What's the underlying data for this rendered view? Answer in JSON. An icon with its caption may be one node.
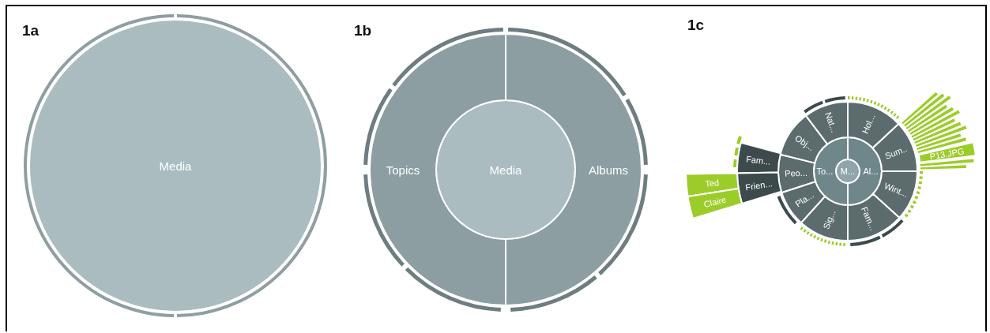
{
  "diagram": {
    "nodes": [
      {
        "text": [
          "Media"
        ]
      },
      {
        "text": [
          "Media"
        ]
      },
      {
        "text": [
          "Topics"
        ]
      },
      {
        "text": [
          "Albums"
        ]
      },
      {
        "text": [
          "M..."
        ]
      },
      {
        "text": [
          "To..."
        ]
      },
      {
        "text": [
          "Al..."
        ]
      },
      {
        "text": [
          "Peo..."
        ]
      },
      {
        "text": [
          "Obj..."
        ]
      },
      {
        "text": [
          "Nat..."
        ]
      },
      {
        "text": [
          "Pla..."
        ]
      },
      {
        "text": [
          "Sig..."
        ]
      },
      {
        "text": [
          "Hol..."
        ]
      },
      {
        "text": [
          "Sum.."
        ]
      },
      {
        "text": [
          "Wint..."
        ]
      },
      {
        "text": [
          "Fam..."
        ]
      },
      {
        "text": [
          "Fam..."
        ]
      },
      {
        "text": [
          "Frien..."
        ]
      },
      {
        "text": [
          "Ted"
        ]
      },
      {
        "text": [
          "Claire"
        ]
      },
      {
        "text": [
          "P13.JPG"
        ]
      }
    ],
    "labels": [
      "1a",
      "1b",
      "1c"
    ]
  }
}
